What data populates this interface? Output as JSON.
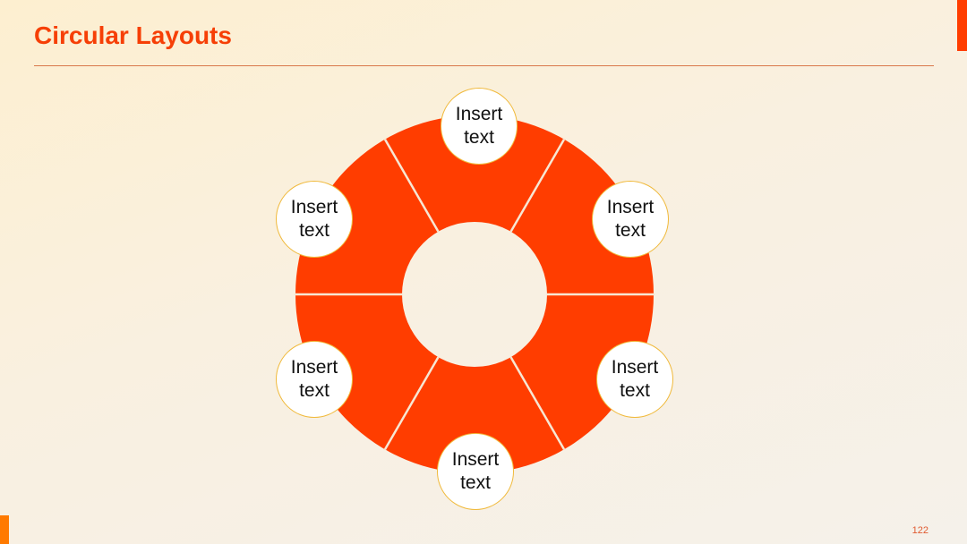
{
  "slide": {
    "title": "Circular Layouts",
    "page_number": "122"
  },
  "colors": {
    "accent": "#f63f06",
    "segment_fill": "#ff3d00",
    "divider": "#f7e7d3",
    "bubble_border": "#f0b93a",
    "corner_accent_bottom": "#ff7a00"
  },
  "diagram": {
    "type": "segmented-ring",
    "segments": 6,
    "nodes": [
      {
        "position": "top",
        "label": "Insert text"
      },
      {
        "position": "upper-right",
        "label": "Insert text"
      },
      {
        "position": "lower-right",
        "label": "Insert text"
      },
      {
        "position": "bottom",
        "label": "Insert text"
      },
      {
        "position": "lower-left",
        "label": "Insert text"
      },
      {
        "position": "upper-left",
        "label": "Insert text"
      }
    ]
  }
}
